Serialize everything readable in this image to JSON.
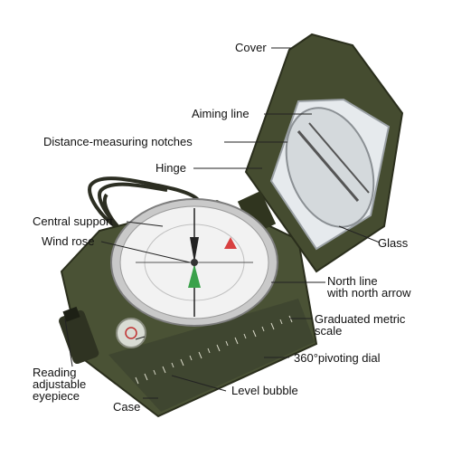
{
  "labels": {
    "cover": "Cover",
    "aiming_line": "Aiming line",
    "distance_notches": "Distance-measuring notches",
    "hinge": "Hinge",
    "central_support": "Central support",
    "wind_rose": "Wind rose",
    "glass": "Glass",
    "north_line_1": "North line",
    "north_line_2": "with north arrow",
    "graduated_1": "Graduated metric",
    "graduated_2": "scale",
    "pivoting_dial": "360°pivoting dial",
    "level_bubble": "Level bubble",
    "case": "Case",
    "eyepiece_1": "Reading",
    "eyepiece_2": "adjustable",
    "eyepiece_3": "eyepiece"
  },
  "colors": {
    "body": "#4a5235",
    "body_dark": "#33381f",
    "dial_face": "#f2f2f2",
    "bezel": "#c9c9c9",
    "mirror": "#e8ecef",
    "strap": "#2c2e22",
    "leader": "#222222",
    "north_arrow": "#3aa14a"
  }
}
